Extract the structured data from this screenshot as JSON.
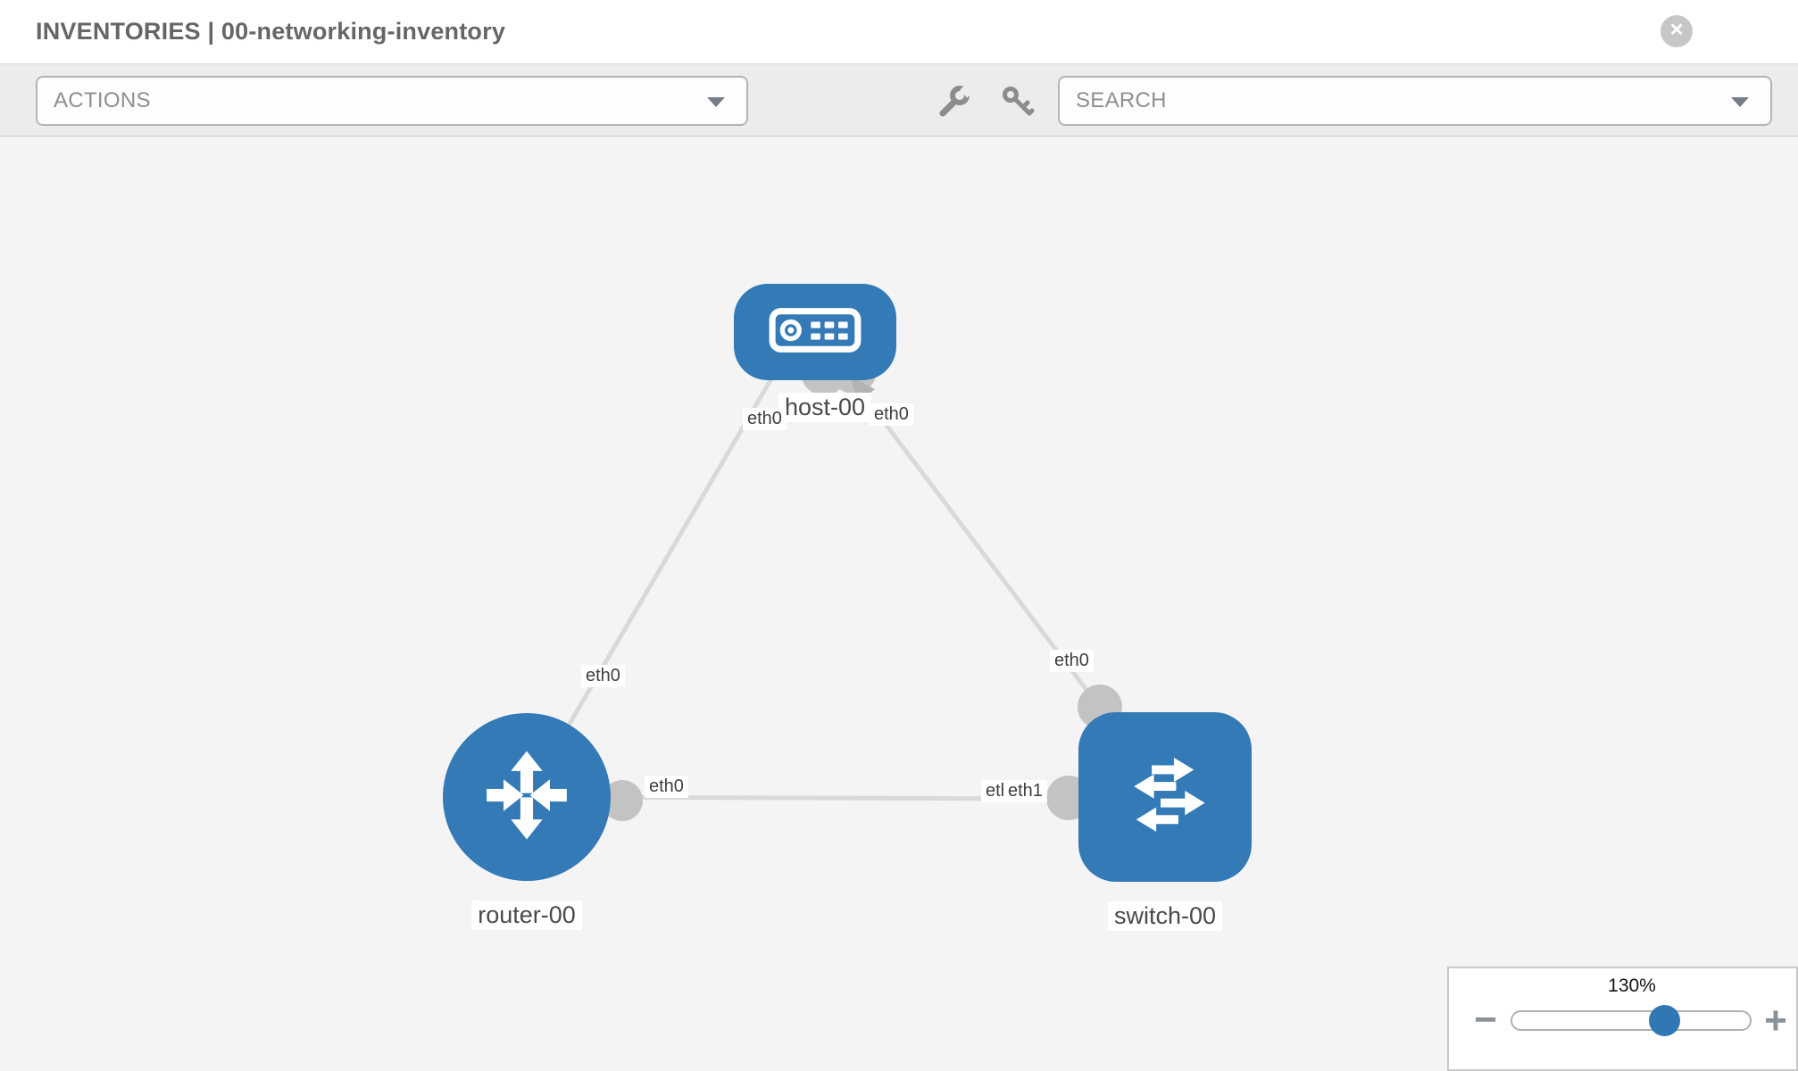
{
  "header": {
    "title": "INVENTORIES | 00-networking-inventory",
    "close_glyph": "✕"
  },
  "toolbar": {
    "actions_placeholder": "ACTIONS",
    "search_placeholder": "SEARCH",
    "tool_icons": [
      "wrench-icon",
      "key-icon"
    ]
  },
  "topology": {
    "nodes": [
      {
        "id": "host-00",
        "type": "host",
        "label": "host-00",
        "icon": "host-icon"
      },
      {
        "id": "router-00",
        "type": "router",
        "label": "router-00",
        "icon": "router-icon"
      },
      {
        "id": "switch-00",
        "type": "switch",
        "label": "switch-00",
        "icon": "switch-icon"
      }
    ],
    "links": [
      {
        "from": "router-00",
        "from_interface": "eth0",
        "to": "host-00",
        "to_interface": "eth0"
      },
      {
        "from": "host-00",
        "from_interface": "eth0",
        "to": "switch-00",
        "to_interface": "eth0"
      },
      {
        "from": "router-00",
        "from_interface": "eth0",
        "to": "switch-00",
        "to_interface": "eth1"
      }
    ],
    "labels": {
      "host_left_iface": "eth0",
      "host_right_iface": "eth0",
      "router_link_iface": "eth0",
      "router_right_iface": "eth0",
      "switch_top_iface": "eth0",
      "switch_left_iface_back": "eth0",
      "switch_left_iface_front": "eth1"
    }
  },
  "zoom_control": {
    "level": "130%",
    "minus_glyph": "−",
    "plus_glyph": "+"
  },
  "colors": {
    "node_blue": "#337ab7",
    "link_gray": "#d9d9d9",
    "interface_gray": "#c3c3c3",
    "arrow_gray": "#b3b3b3",
    "canvas_bg": "#f4f4f4",
    "toolbar_bg": "#ececec",
    "slider_handle_blue": "#3077b4"
  }
}
